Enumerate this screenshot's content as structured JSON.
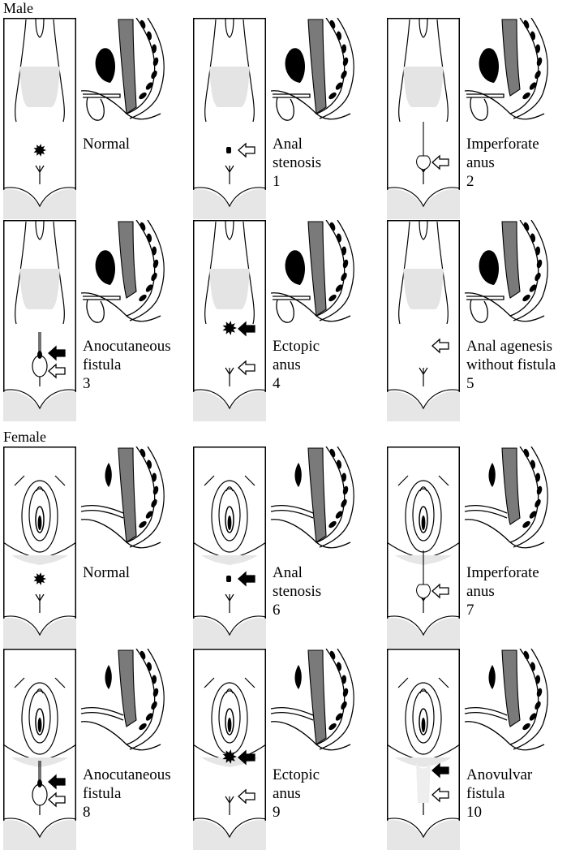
{
  "sections": {
    "male": {
      "title": "Male",
      "panels": [
        {
          "line1": "Normal",
          "line2": "",
          "number": "",
          "marker": "normal",
          "arrows": ""
        },
        {
          "line1": "Anal",
          "line2": "stenosis",
          "number": "1",
          "marker": "small",
          "arrows": "open"
        },
        {
          "line1": "Imperforate",
          "line2": "anus",
          "number": "2",
          "marker": "imperforate",
          "arrows": "open"
        },
        {
          "line1": "Anocutaneous",
          "line2": "fistula",
          "number": "3",
          "marker": "fistula",
          "arrows": "filled-open"
        },
        {
          "line1": "Ectopic",
          "line2": "anus",
          "number": "4",
          "marker": "ectopic",
          "arrows": "filled-open"
        },
        {
          "line1": "Anal agenesis",
          "line2": "without fistula",
          "number": "5",
          "marker": "none",
          "arrows": "open"
        }
      ]
    },
    "female": {
      "title": "Female",
      "panels": [
        {
          "line1": "Normal",
          "line2": "",
          "number": "",
          "marker": "normal",
          "arrows": ""
        },
        {
          "line1": "Anal",
          "line2": "stenosis",
          "number": "6",
          "marker": "small",
          "arrows": "filled"
        },
        {
          "line1": "Imperforate",
          "line2": "anus",
          "number": "7",
          "marker": "imperforate",
          "arrows": "open"
        },
        {
          "line1": "Anocutaneous",
          "line2": "fistula",
          "number": "8",
          "marker": "fistula",
          "arrows": "filled-open"
        },
        {
          "line1": "Ectopic",
          "line2": "anus",
          "number": "9",
          "marker": "ectopic",
          "arrows": "filled-open"
        },
        {
          "line1": "Anovulvar",
          "line2": "fistula",
          "number": "10",
          "marker": "anovulvar",
          "arrows": "filled-open"
        }
      ]
    }
  },
  "colors": {
    "ink": "#000000",
    "gray": "#7a7a7a",
    "shade": "#dedede"
  }
}
